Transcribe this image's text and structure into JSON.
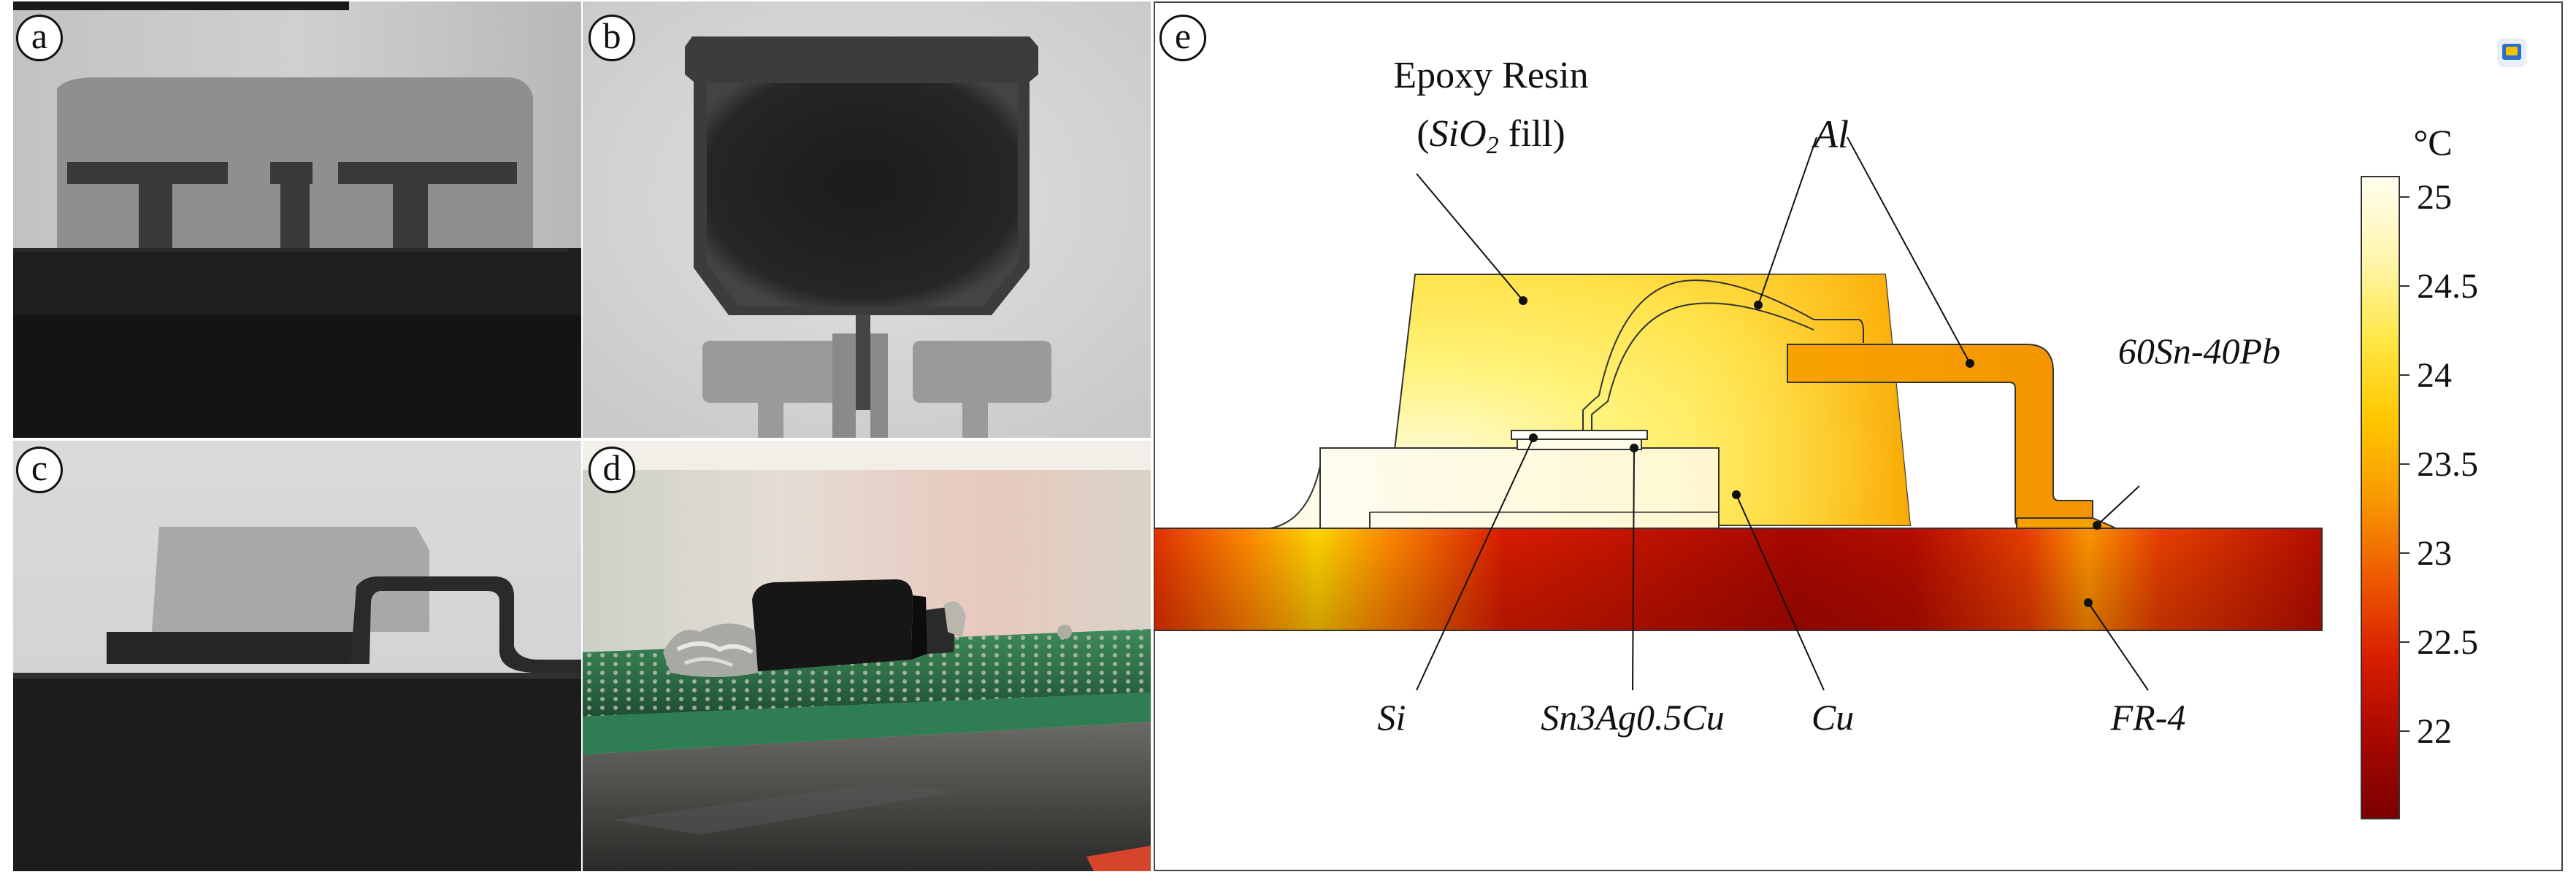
{
  "panels": {
    "a": {
      "letter": "a"
    },
    "b": {
      "letter": "b"
    },
    "c": {
      "letter": "c"
    },
    "d": {
      "letter": "d"
    },
    "e": {
      "letter": "e"
    }
  },
  "diagram": {
    "epoxy_line1": "Epoxy Resin",
    "epoxy_line2_open": "(",
    "epoxy_line2_chem": "SiO",
    "epoxy_line2_sub": "2",
    "epoxy_line2_close": " fill)",
    "al": "Al",
    "solder_pb": "60Sn-40Pb",
    "si": "Si",
    "solder_sac": "Sn3Ag0.5Cu",
    "cu": "Cu",
    "fr4": "FR-4"
  },
  "colorbar": {
    "unit": "°C",
    "ticks": [
      "25",
      "24.5",
      "24",
      "23.5",
      "23",
      "22.5",
      "22"
    ],
    "colors": [
      "#fffdf0",
      "#fff6b0",
      "#ffe84a",
      "#ffc800",
      "#f89a00",
      "#ee5a00",
      "#d81e00",
      "#a80800",
      "#7a0000"
    ]
  }
}
